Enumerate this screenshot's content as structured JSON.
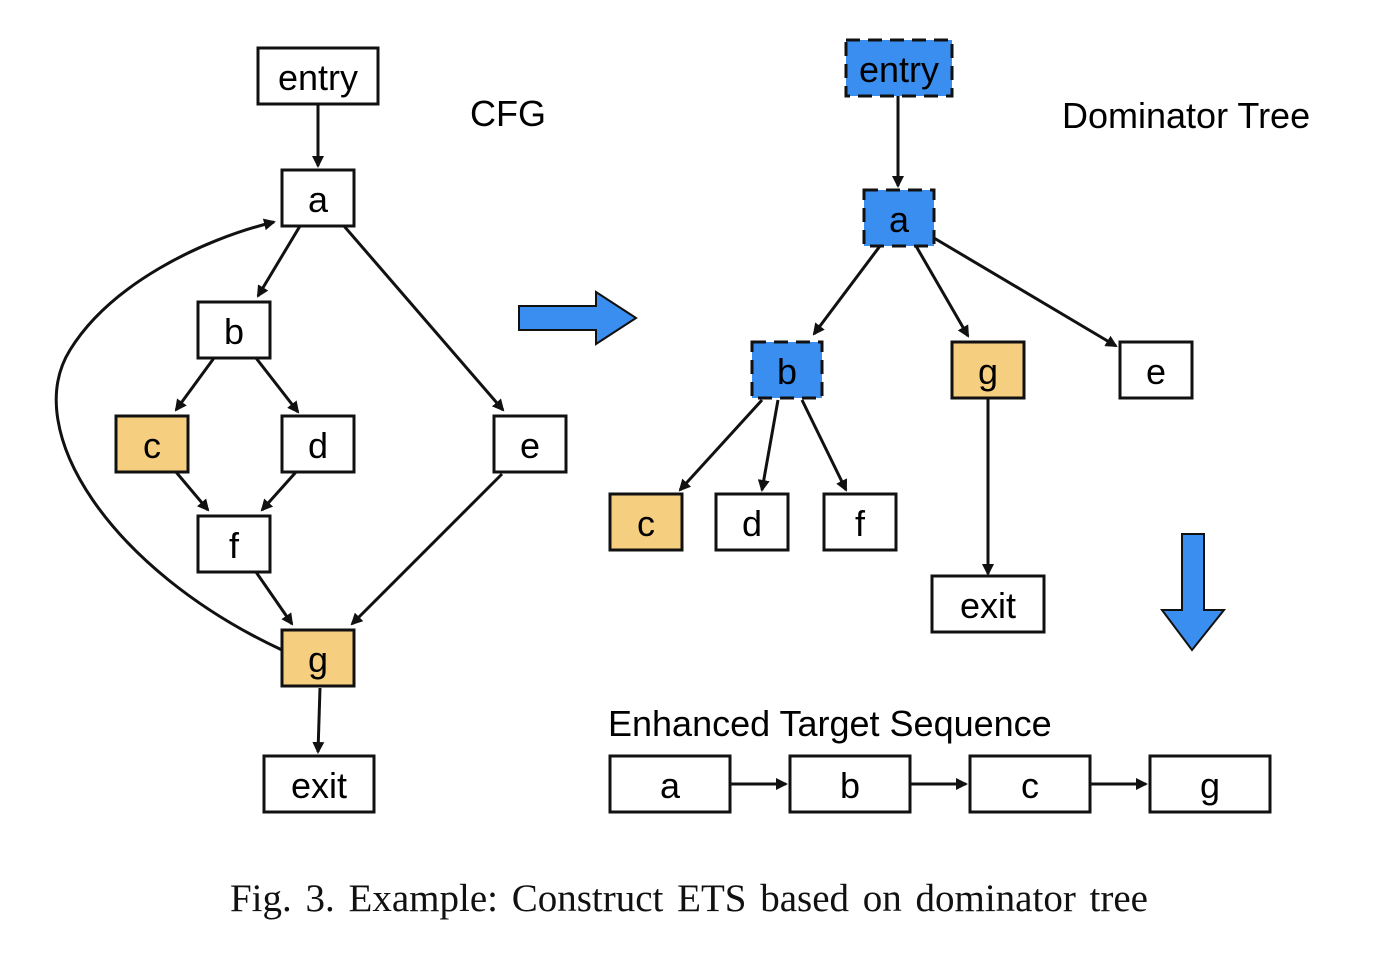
{
  "colors": {
    "highlight_orange": "#F5CF7F",
    "dominator_blue": "#3A8EF0",
    "stroke": "#111111"
  },
  "cfg": {
    "title": "CFG",
    "nodes": {
      "entry": "entry",
      "a": "a",
      "b": "b",
      "c": "c",
      "d": "d",
      "e": "e",
      "f": "f",
      "g": "g",
      "exit": "exit"
    },
    "edges": [
      [
        "entry",
        "a"
      ],
      [
        "a",
        "b"
      ],
      [
        "a",
        "e"
      ],
      [
        "b",
        "c"
      ],
      [
        "b",
        "d"
      ],
      [
        "c",
        "f"
      ],
      [
        "d",
        "f"
      ],
      [
        "f",
        "g"
      ],
      [
        "e",
        "g"
      ],
      [
        "g",
        "a"
      ],
      [
        "g",
        "exit"
      ]
    ],
    "highlighted": [
      "c",
      "g"
    ]
  },
  "dominator_tree": {
    "title": "Dominator Tree",
    "nodes": {
      "entry": "entry",
      "a": "a",
      "b": "b",
      "g": "g",
      "e": "e",
      "c": "c",
      "d": "d",
      "f": "f",
      "exit": "exit"
    },
    "edges": [
      [
        "entry",
        "a"
      ],
      [
        "a",
        "b"
      ],
      [
        "a",
        "g"
      ],
      [
        "a",
        "e"
      ],
      [
        "b",
        "c"
      ],
      [
        "b",
        "d"
      ],
      [
        "b",
        "f"
      ],
      [
        "g",
        "exit"
      ]
    ],
    "dominators": [
      "entry",
      "a",
      "b"
    ],
    "highlighted": [
      "c",
      "g"
    ]
  },
  "ets": {
    "title": "Enhanced Target Sequence",
    "items": [
      "a",
      "b",
      "c",
      "g"
    ]
  },
  "caption": "Fig. 3.  Example: Construct ETS based on dominator tree"
}
